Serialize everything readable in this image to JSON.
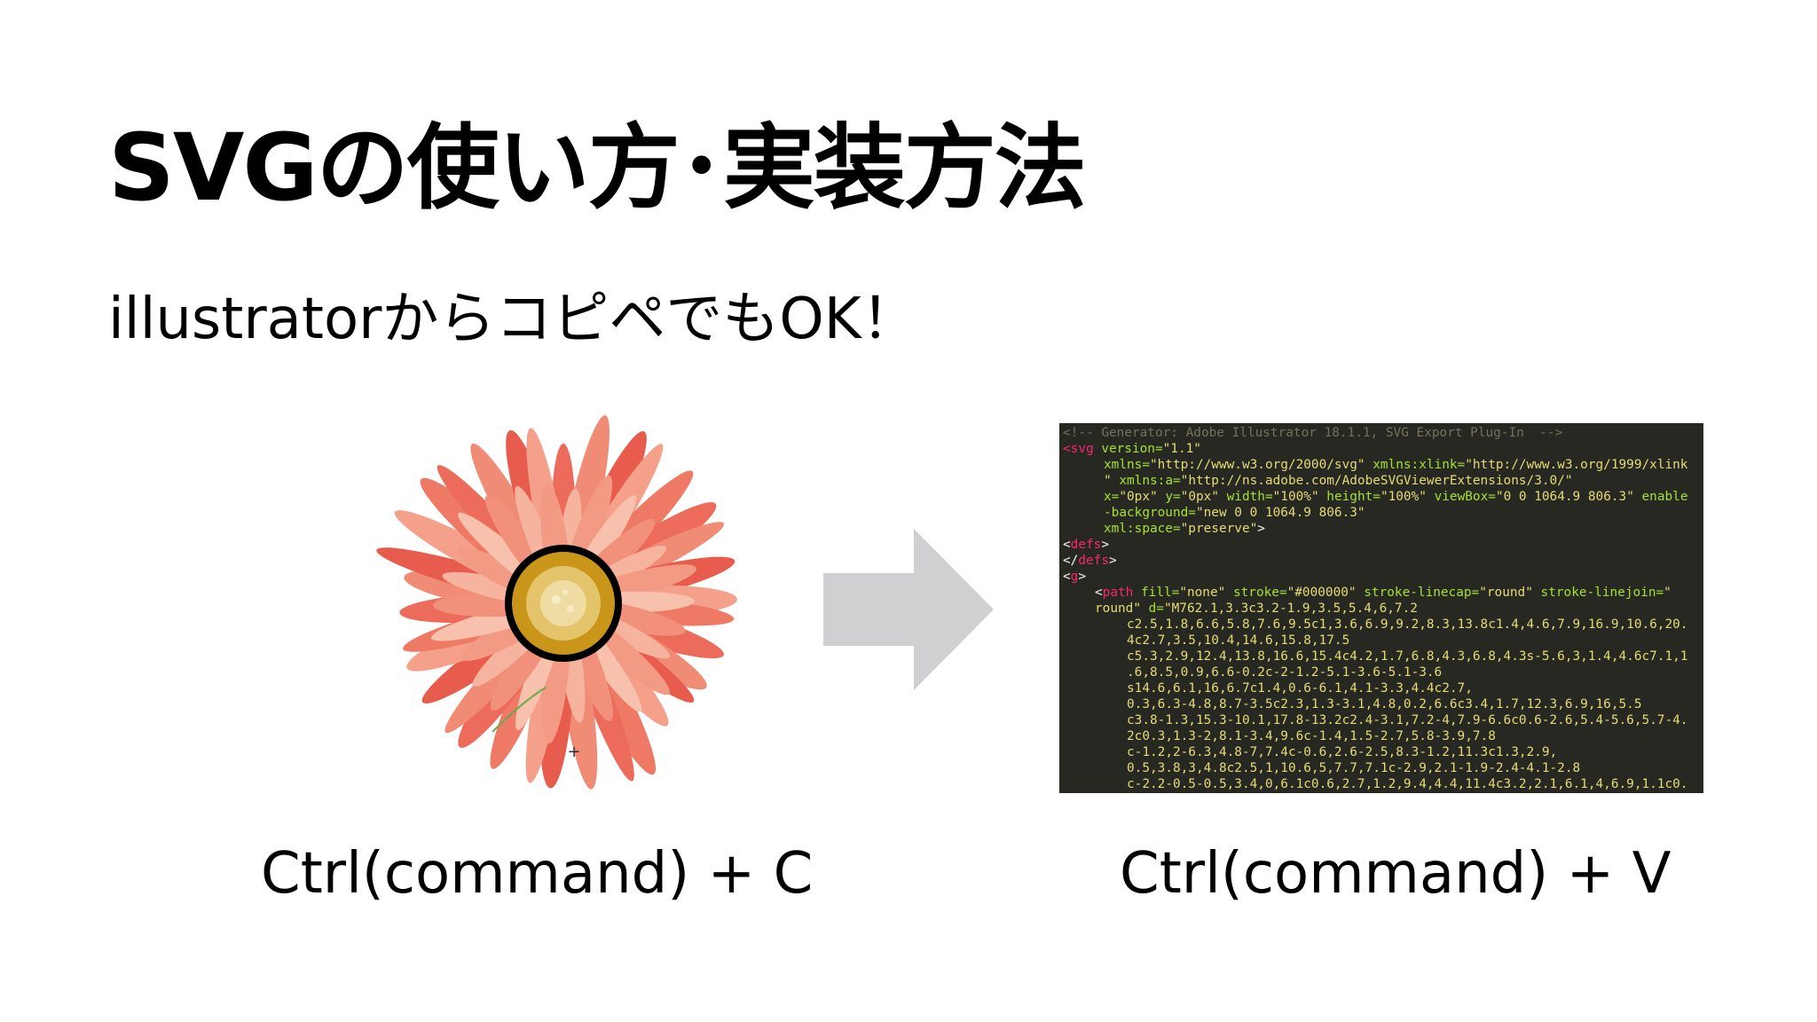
{
  "slide": {
    "title": "SVGの使い方･実装方法",
    "subtitle": "illustratorからコピペでもOK！",
    "caption_copy": "Ctrl(command) + C",
    "caption_paste": "Ctrl(command) + V"
  },
  "flower_image": {
    "cursor_mark": "+"
  },
  "arrow": {
    "icon": "right-arrow-icon",
    "color": "#d0d0d2"
  },
  "code_panel": {
    "background": "#272822",
    "l1": "<!-- Generator: Adobe Illustrator 18.1.1, SVG Export Plug-In  -->",
    "l2a": "<svg",
    "l2b": " version=",
    "l2c": "\"1.1\"",
    "l3a": "xmlns=",
    "l3b": "\"http://www.w3.org/2000/svg\"",
    "l3c": " xmlns:xlink=",
    "l3d": "\"http://www.w3.org/1999/xlink",
    "l4a": "\"",
    "l4b": " xmlns:a=",
    "l4c": "\"http://ns.adobe.com/AdobeSVGViewerExtensions/3.0/\"",
    "l5a": "x=",
    "l5b": "\"0px\"",
    "l5c": " y=",
    "l5d": "\"0px\"",
    "l5e": " width=",
    "l5f": "\"100%\"",
    "l5g": " height=",
    "l5h": "\"100%\"",
    "l5i": " viewBox=",
    "l5j": "\"0 0 1064.9 806.3\"",
    "l5k": " enable",
    "l6a": "-background=",
    "l6b": "\"new 0 0 1064.9 806.3\"",
    "l7a": "xml:space=",
    "l7b": "\"preserve\"",
    "l7c": ">",
    "l8a": "<",
    "l8b": "defs",
    "l8c": ">",
    "l9a": "</",
    "l9b": "defs",
    "l9c": ">",
    "l10a": "<",
    "l10b": "g",
    "l10c": ">",
    "l11a": "<",
    "l11b": "path",
    "l11c": " fill=",
    "l11d": "\"none\"",
    "l11e": " stroke=",
    "l11f": "\"#000000\"",
    "l11g": " stroke-linecap=",
    "l11h": "\"round\"",
    "l11i": " stroke-linejoin=",
    "l11j": "\"",
    "l12a": "round\"",
    "l12b": " d=",
    "l12c": "\"M762.1,3.3c3.2-1.9,3.5,5.4,6,7.2",
    "path_lines": [
      "c2.5,1.8,6.6,5.8,7.6,9.5c1,3.6,6.9,9.2,8.3,13.8c1.4,4.6,7.9,16.9,10.6,20.",
      "4c2.7,3.5,10.4,14.6,15.8,17.5",
      "c5.3,2.9,12.4,13.8,16.6,15.4c4.2,1.7,6.8,4.3,6.8,4.3s-5.6,3,1.4,4.6c7.1,1",
      ".6,8.5,0.9,6.6-0.2c-2-1.2-5.1-3.6-5.1-3.6",
      "s14.6,6.1,16,6.7c1.4,0.6-6.1,4.1-3.3,4.4c2.7,",
      "0.3,6.3-4.8,8.7-3.5c2.3,1.3-3.1,4.8,0.2,6.6c3.4,1.7,12.3,6.9,16,5.5",
      "c3.8-1.3,15.3-10.1,17.8-13.2c2.4-3.1,7.2-4,7.9-6.6c0.6-2.6,5.4-5.6,5.7-4.",
      "2c0.3,1.3-2,8.1-3.4,9.6c-1.4,1.5-2.7,5.8-3.9,7.8",
      "c-1.2,2-6.3,4.8-7,7.4c-0.6,2.6-2.5,8.3-1.2,11.3c1.3,2.9,",
      "0.5,3.8,3,4.8c2.5,1,10.6,5,7.7,7.1c-2.9,2.1-1.9-2.4-4.1-2.8",
      "c-2.2-0.5-0.5,3.4,0,6.1c0.6,2.7,1.2,9.4,4.4,11.4c3.2,2.1,6.1,4,6.9,1.1c0."
    ]
  }
}
